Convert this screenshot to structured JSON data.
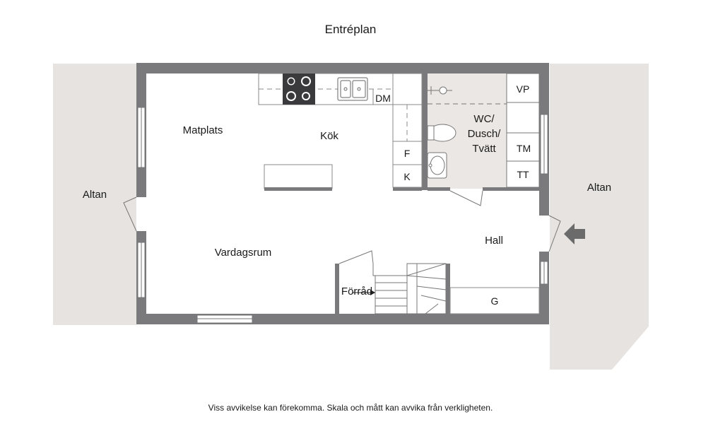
{
  "title": "Entréplan",
  "disclaimer": "Viss avvikelse kan förekomma. Skala och mått kan avvika från verkligheten.",
  "rooms": {
    "altan_left": "Altan",
    "altan_right": "Altan",
    "matplats": "Matplats",
    "kok": "Kök",
    "vardagsrum": "Vardagsrum",
    "hall": "Hall",
    "forrad": "Förråd",
    "wc_line1": "WC/",
    "wc_line2": "Dusch/",
    "wc_line3": "Tvätt"
  },
  "fixtures": {
    "dm": "DM",
    "f": "F",
    "k": "K",
    "vp": "VP",
    "tm": "TM",
    "tt": "TT",
    "g": "G"
  },
  "colors": {
    "wall": "#7a7a7c",
    "terrace": "#e6e3e0",
    "wet_room": "#ebe7e4",
    "line": "#555555",
    "arrow": "#6b6b6b"
  }
}
